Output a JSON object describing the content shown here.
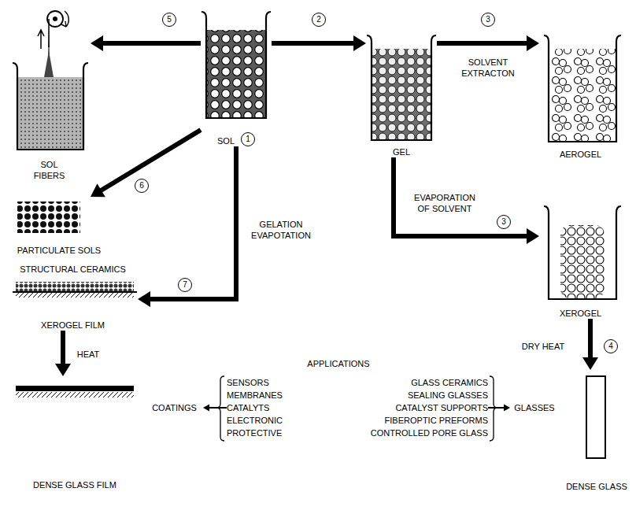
{
  "diagram": {
    "nodes": [
      {
        "text": [
          "SOL FIBERS"
        ]
      },
      {
        "text": [
          "SOL",
          "1"
        ]
      },
      {
        "text": [
          "GEL"
        ]
      },
      {
        "text": [
          "AEROGEL"
        ]
      },
      {
        "text": [
          "PARTICULATE SOLS"
        ]
      },
      {
        "text": [
          "XEROGEL"
        ]
      },
      {
        "text": [
          "STRUCTURAL CERAMICS",
          "XEROGEL FILM"
        ]
      },
      {
        "text": [
          "DENSE GLASS FILM"
        ]
      },
      {
        "text": [
          "COATINGS"
        ]
      },
      {
        "text": [
          "SENSORS",
          "MEMBRANES",
          "CATALYTS",
          "ELECTRONIC",
          "PROTECTIVE"
        ]
      },
      {
        "text": [
          "GLASS CERAMICS",
          "SEALING GLASSES",
          "CATALYST SUPPORTS",
          "FIBEROPTIC PREFORMS",
          "CONTROLLED PORE GLASS"
        ]
      },
      {
        "text": [
          "GLASSES"
        ]
      },
      {
        "text": [
          "DENSE GLASS"
        ]
      }
    ],
    "edges": [
      {
        "from": 1,
        "to": 0,
        "label": "5",
        "arrow": "to"
      },
      {
        "from": 1,
        "to": 2,
        "label": "2",
        "arrow": "to"
      },
      {
        "from": 2,
        "to": 3,
        "label": "3",
        "arrow": "to"
      },
      {
        "from": 2,
        "to": 5,
        "label": "3",
        "arrow": "to"
      },
      {
        "from": 1,
        "to": 4,
        "label": "6",
        "arrow": "to"
      },
      {
        "from": 1,
        "to": 6,
        "label": "7",
        "arrow": "to"
      },
      {
        "from": 5,
        "to": 12,
        "label": "4",
        "arrow": "to"
      },
      {
        "from": 6,
        "to": 7,
        "label": "HEAT",
        "arrow": "to"
      },
      {
        "from": 9,
        "to": 8,
        "arrow": "to"
      },
      {
        "from": 10,
        "to": 11,
        "arrow": "to"
      }
    ],
    "labels": [
      "SOLVENT EXTRACTON",
      "EVAPORATION OF SOLVENT",
      "GELATION EVAPOTATION",
      "DRY HEAT",
      "APPLICATIONS"
    ]
  }
}
